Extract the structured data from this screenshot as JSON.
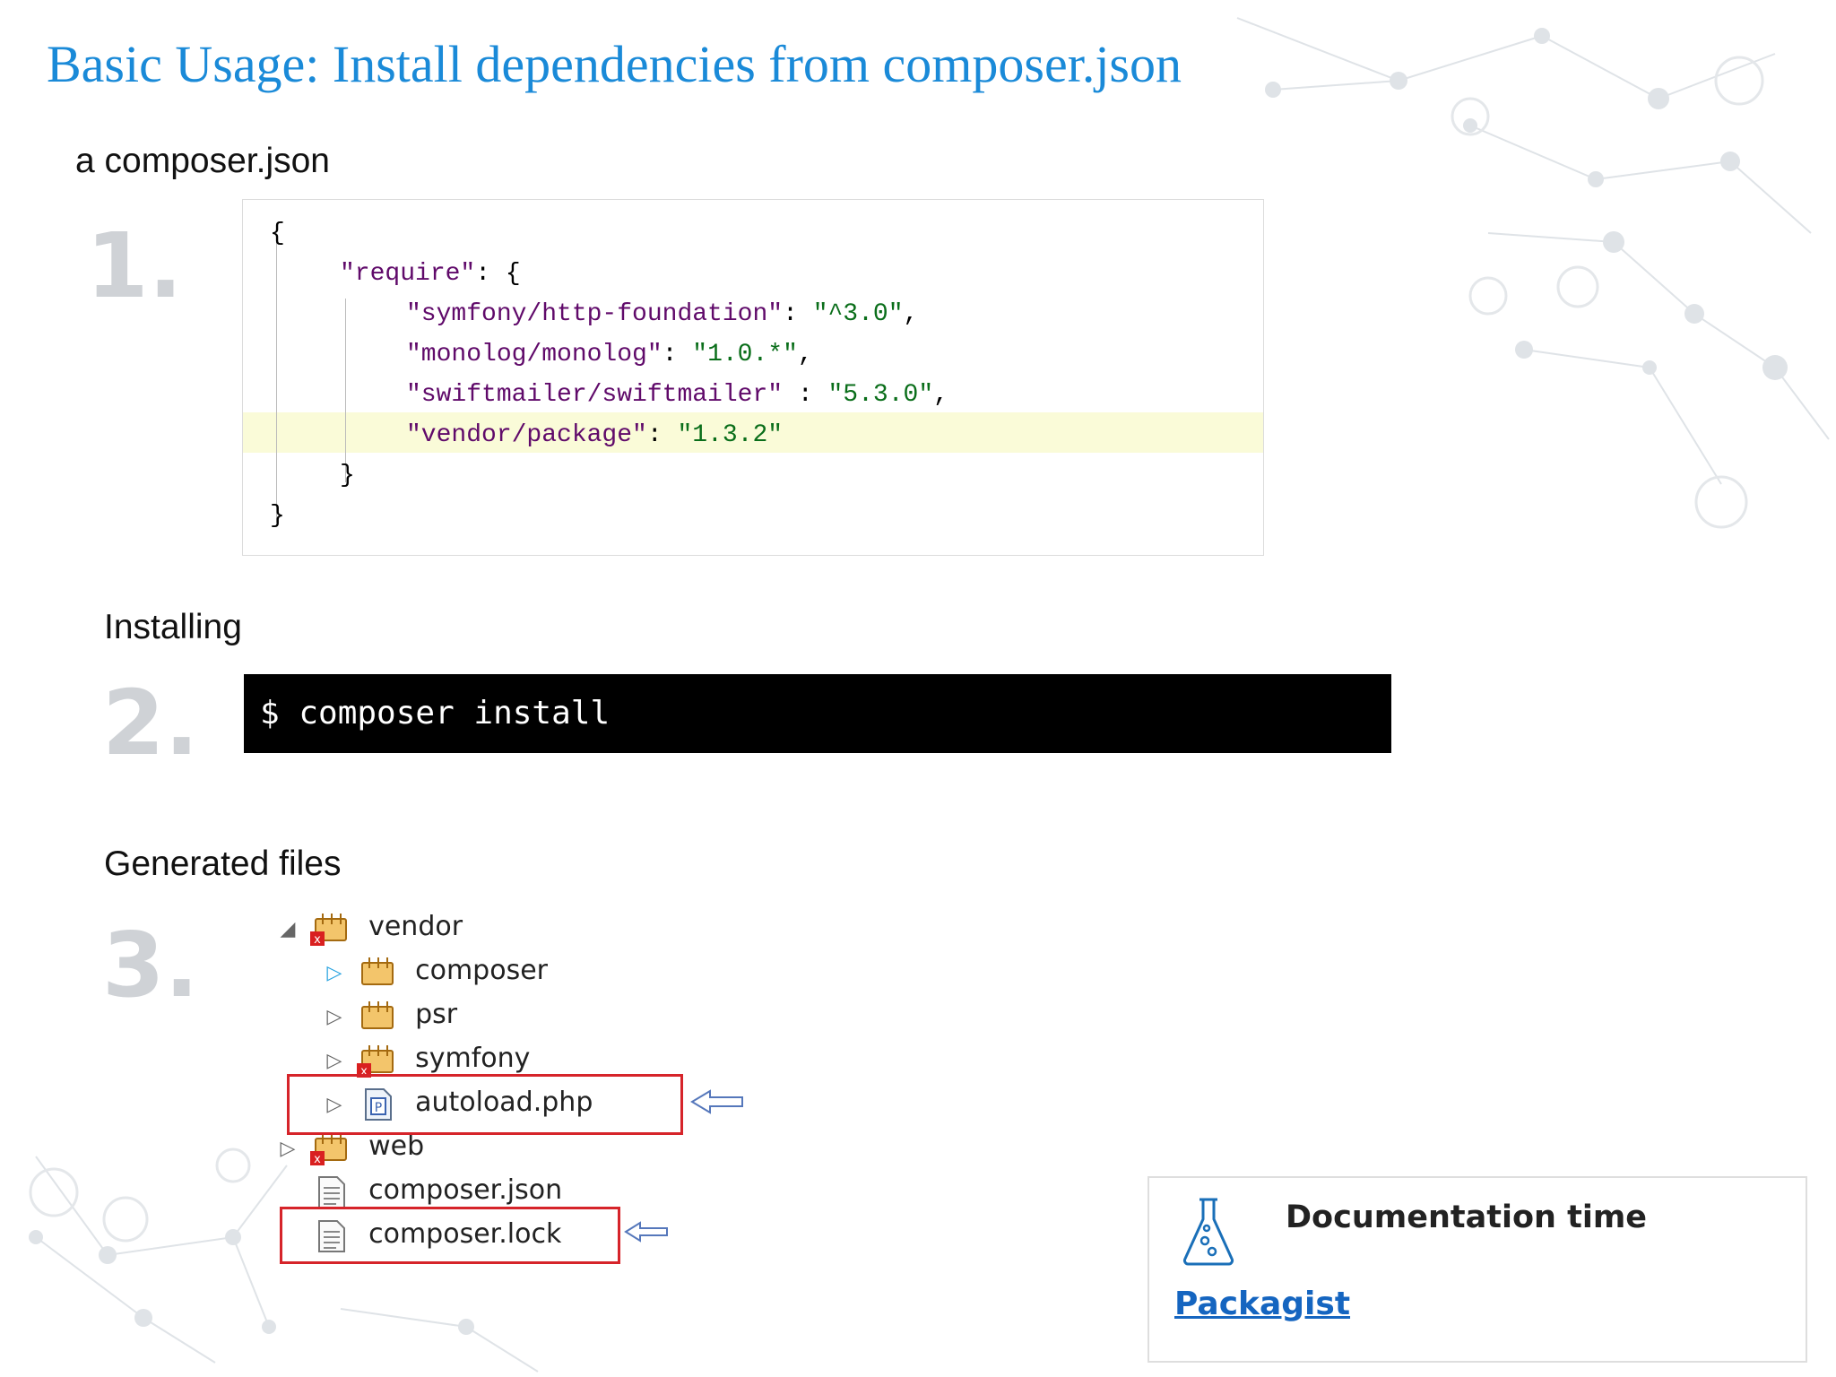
{
  "slide": {
    "title": "Basic Usage: Install dependencies from composer.json"
  },
  "section1": {
    "label": "a composer.json",
    "number": "1.",
    "code": {
      "open_brace": "{",
      "require_key": "\"require\"",
      "require_sep": ": {",
      "deps": [
        {
          "name": "\"symfony/http-foundation\"",
          "sep": ": ",
          "version": "\"^3.0\"",
          "end": ","
        },
        {
          "name": "\"monolog/monolog\"",
          "sep": ": ",
          "version": "\"1.0.*\"",
          "end": ","
        },
        {
          "name": "\"swiftmailer/swiftmailer\"",
          "sep": " : ",
          "version": "\"5.3.0\"",
          "end": ","
        },
        {
          "name": "\"vendor/package\"",
          "sep": ": ",
          "version": "\"1.3.2\"",
          "end": ""
        }
      ],
      "inner_close": "}",
      "outer_close": "}"
    }
  },
  "section2": {
    "label": "Installing",
    "number": "2.",
    "command": "$ composer install"
  },
  "section3": {
    "label": "Generated files",
    "number": "3.",
    "tree": [
      {
        "name": "vendor",
        "icon": "package-folder-icon",
        "expander": "expanded"
      },
      {
        "name": "composer",
        "icon": "package-folder-icon",
        "expander": "collapsed"
      },
      {
        "name": "psr",
        "icon": "package-folder-icon",
        "expander": "collapsed"
      },
      {
        "name": "symfony",
        "icon": "package-folder-icon",
        "expander": "collapsed"
      },
      {
        "name": "autoload.php",
        "icon": "php-file-icon",
        "expander": "collapsed"
      },
      {
        "name": "web",
        "icon": "package-folder-icon",
        "expander": "collapsed"
      },
      {
        "name": "composer.json",
        "icon": "text-file-icon",
        "expander": "none"
      },
      {
        "name": "composer.lock",
        "icon": "text-file-icon",
        "expander": "none"
      }
    ]
  },
  "doc_card": {
    "title": "Documentation time",
    "icon": "flask-icon",
    "link_label": "Packagist"
  },
  "colors": {
    "title": "#1a8ad8",
    "highlight_box": "#d6242a",
    "link": "#1565c0"
  }
}
